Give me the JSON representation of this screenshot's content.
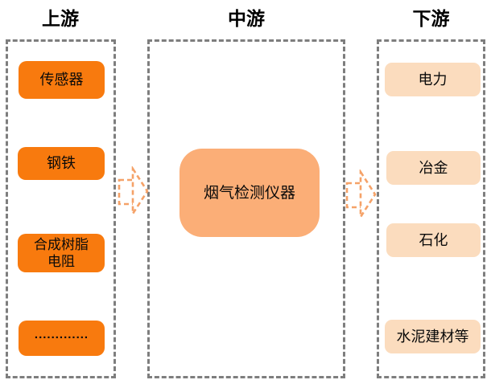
{
  "diagram": {
    "title_row": {
      "upstream_header": "上游",
      "midstream_header": "中游",
      "downstream_header": "下游"
    },
    "upstream": {
      "header": "上游",
      "items": [
        {
          "label": "传感器"
        },
        {
          "label": "钢铁"
        },
        {
          "label": "合成树脂",
          "label2": "电阻"
        },
        {
          "label": "............."
        }
      ]
    },
    "midstream": {
      "header": "中游",
      "items": [
        {
          "label": "烟气检测仪器"
        }
      ]
    },
    "downstream": {
      "header": "下游",
      "items": [
        {
          "label": "电力"
        },
        {
          "label": "冶金"
        },
        {
          "label": "石化"
        },
        {
          "label": "水泥建材等"
        }
      ]
    },
    "flow": [
      "上游 → 中游",
      "中游 → 下游"
    ],
    "colors": {
      "upstream_box": "#f87a0e",
      "midstream_box": "#fbae77",
      "downstream_box": "#fbdcbe",
      "frame_border": "#7e7e7e",
      "arrow": "#f5a268",
      "text": "#000000",
      "background": "#ffffff"
    }
  }
}
